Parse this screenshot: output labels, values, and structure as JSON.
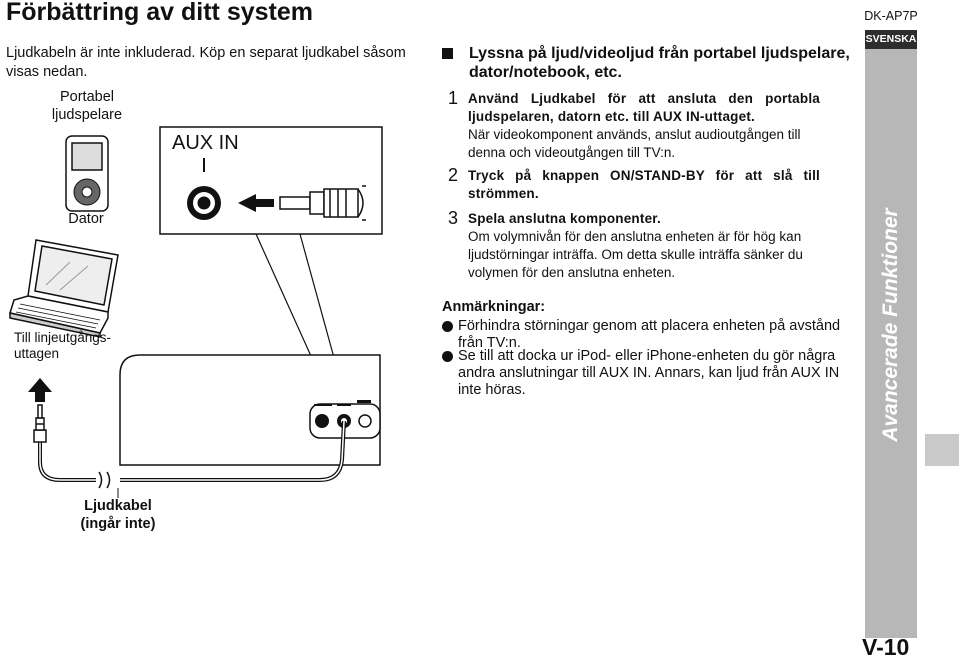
{
  "page": {
    "title": "Förbättring av ditt system",
    "model": "DK-AP7P",
    "language_badge": "SVENSKA",
    "side_tab": "Avancerade Funktioner",
    "page_number": "V-10"
  },
  "intro": "Ljudkabeln är inte inkluderad. Köp en separat ljudkabel såsom visas nedan.",
  "diagram": {
    "portable_label": "Portabel ljudspelare",
    "computer_label": "Dator",
    "aux_in_label": "AUX IN",
    "line_out_label": "Till linjeutgångs-uttagen",
    "cable_label": "Ljudkabel (ingår inte)"
  },
  "section_heading": "Lyssna på ljud/videoljud från portabel ljudspelare, dator/notebook, etc.",
  "steps": [
    {
      "number": "1",
      "heading": "Använd Ljudkabel för att ansluta den portabla ljudspelaren, datorn etc. till AUX IN-uttaget.",
      "body": "När videokomponent används, anslut audioutgången till denna och videoutgången till TV:n."
    },
    {
      "number": "2",
      "heading": "Tryck på knappen ON/STAND-BY för att slå till strömmen.",
      "body": ""
    },
    {
      "number": "3",
      "heading": "Spela anslutna komponenter.",
      "body": "Om volymnivån för den anslutna enheten är för hög kan ljudstörningar inträffa. Om detta skulle inträffa sänker du volymen för den anslutna enheten."
    }
  ],
  "notes": {
    "title": "Anmärkningar:",
    "items": [
      "Förhindra störningar genom att placera enheten på avstånd från TV:n.",
      "Se till att docka ur iPod- eller iPhone-enheten du gör några andra anslutningar till AUX IN. Annars, kan ljud från AUX IN inte höras."
    ]
  },
  "colors": {
    "sidebar": "#b7b7b7",
    "badge": "#2d2d2d",
    "text": "#111111"
  }
}
